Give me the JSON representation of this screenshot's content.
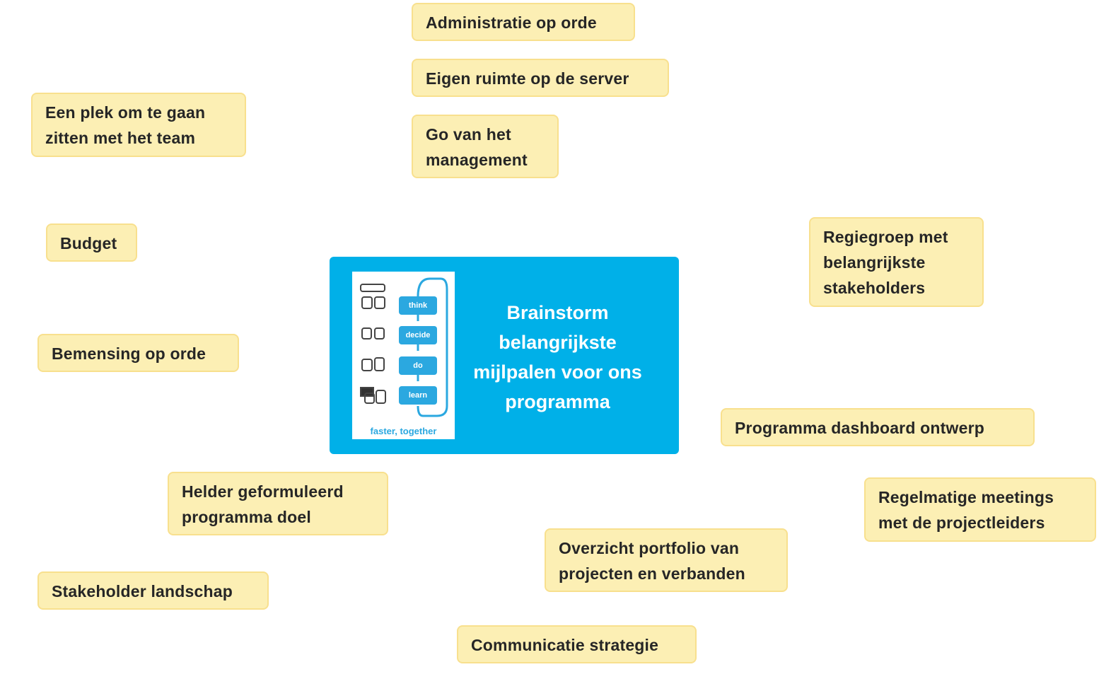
{
  "center": {
    "title": "Brainstorm belangrijkste mijlpalen voor ons programma",
    "logo": {
      "steps": [
        "think",
        "decide",
        "do",
        "learn"
      ],
      "tagline": "faster, together"
    }
  },
  "notes": [
    {
      "lines": [
        "Administratie op orde"
      ]
    },
    {
      "lines": [
        "Eigen ruimte op de server"
      ]
    },
    {
      "lines": [
        "Go van het",
        "management"
      ]
    },
    {
      "lines": [
        "Een plek om te gaan",
        "zitten met het team"
      ]
    },
    {
      "lines": [
        "Budget"
      ]
    },
    {
      "lines": [
        "Bemensing op orde"
      ]
    },
    {
      "lines": [
        "Regiegroep met",
        "belangrijkste",
        "stakeholders"
      ]
    },
    {
      "lines": [
        "Programma dashboard ontwerp"
      ]
    },
    {
      "lines": [
        "Regelmatige meetings",
        "met de projectleiders"
      ]
    },
    {
      "lines": [
        "Helder geformuleerd",
        "programma doel"
      ]
    },
    {
      "lines": [
        "Overzicht portfolio van",
        "projecten en verbanden"
      ]
    },
    {
      "lines": [
        "Stakeholder landschap"
      ]
    },
    {
      "lines": [
        "Communicatie strategie"
      ]
    }
  ],
  "colors": {
    "note_fill": "#FCEFB4",
    "note_border": "#F8E08E",
    "center_fill": "#00B0E8",
    "logo_accent": "#2BA8E0"
  }
}
